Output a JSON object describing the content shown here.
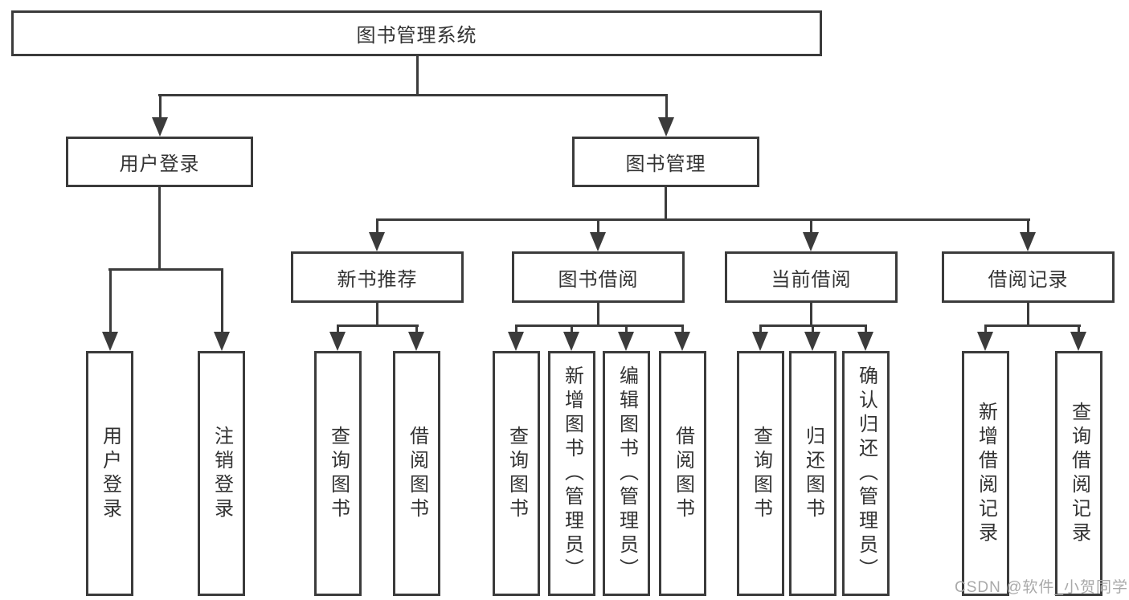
{
  "tree": {
    "root": "图书管理系统",
    "user_branch": {
      "label": "用户登录",
      "children": [
        "用户登录",
        "注销登录"
      ]
    },
    "mgmt_branch": {
      "label": "图书管理",
      "groups": [
        {
          "label": "新书推荐",
          "children": [
            "查询图书",
            "借阅图书"
          ]
        },
        {
          "label": "图书借阅",
          "children": [
            "查询图书",
            "新增图书（管理员）",
            "编辑图书（管理员）",
            "借阅图书"
          ]
        },
        {
          "label": "当前借阅",
          "children": [
            "查询图书",
            "归还图书",
            "确认归还（管理员）"
          ]
        },
        {
          "label": "借阅记录",
          "children": [
            "新增借阅记录",
            "查询借阅记录"
          ]
        }
      ]
    }
  },
  "watermark": "CSDN @软件_小贺同学",
  "colors": {
    "line": "#3b3b3b",
    "text": "#333333",
    "watermark": "#a9a9a9",
    "background": "#ffffff"
  }
}
